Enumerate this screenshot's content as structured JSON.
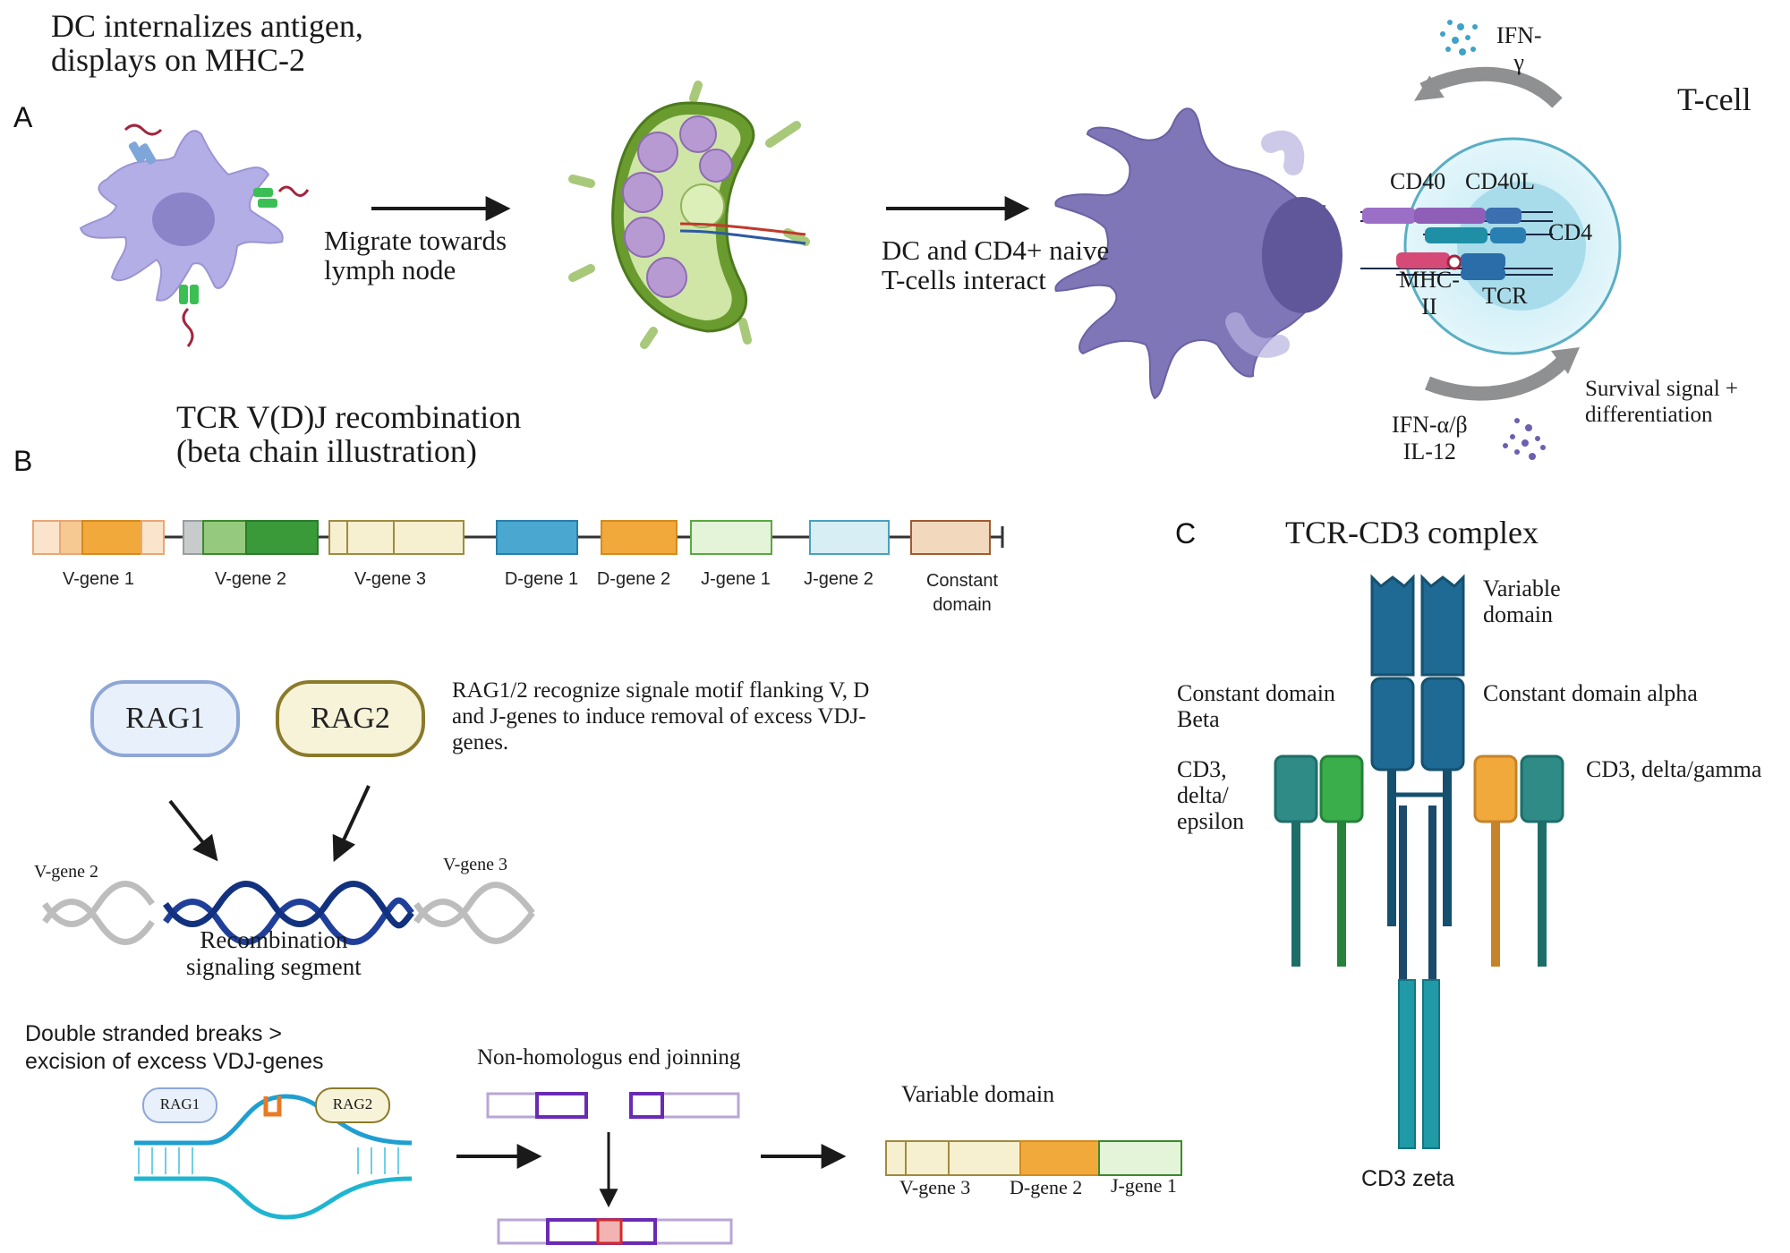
{
  "panels": {
    "a": "A",
    "b": "B",
    "c": "C"
  },
  "panel_a": {
    "step1_title": "DC internalizes antigen,\ndisplays on MHC-2",
    "migrate": "Migrate towards\nlymph node",
    "interact": "DC and CD4+ naive\nT-cells interact",
    "tcell": "T-cell",
    "ifn_gamma": "IFN-\nγ",
    "cd40": "CD40",
    "cd40l": "CD40L",
    "cd4": "CD4",
    "mhc": "MHC-\nII",
    "tcr": "TCR",
    "survival": "Survival signal +\ndifferentiation",
    "ifn_ab": "IFN-α/β\nIL-12"
  },
  "panel_b": {
    "title": "TCR V(D)J recombination\n(beta chain illustration)",
    "genes": [
      "V-gene 1",
      "V-gene 2",
      "V-gene 3",
      "D-gene 1",
      "D-gene 2",
      "J-gene 1",
      "J-gene 2",
      "Constant\ndomain"
    ],
    "rag1": "RAG1",
    "rag2": "RAG2",
    "rag_desc": "RAG1/2 recognize signale motif flanking V, D\nand J-genes to induce removal of excess VDJ-\ngenes.",
    "vgene2": "V-gene 2",
    "vgene3": "V-gene 3",
    "recomb": "Recombination\nsignaling segment",
    "dsb": "Double stranded breaks >\nexcision of excess VDJ-genes",
    "nhej": "Non-homologus end joinning",
    "var_domain": "Variable domain",
    "final_genes": [
      "V-gene 3",
      "D-gene 2",
      "J-gene 1"
    ],
    "small_rag1": "RAG1",
    "small_rag2": "RAG2"
  },
  "panel_c": {
    "title": "TCR-CD3 complex",
    "variable": "Variable\ndomain",
    "const_beta": "Constant domain\nBeta",
    "const_alpha": "Constant domain alpha",
    "cd3_de": "CD3,\ndelta/\nepsilon",
    "cd3_dg": "CD3, delta/gamma",
    "cd3_zeta": "CD3 zeta"
  },
  "colors": {
    "dc": "#a9a3dc",
    "dc_dark": "#7c74b8",
    "tcr_blue": "#1f6a94",
    "teal": "#2e8b86",
    "green": "#3aae4a",
    "orange": "#f2a93b",
    "zeta": "#1f9aa6"
  }
}
